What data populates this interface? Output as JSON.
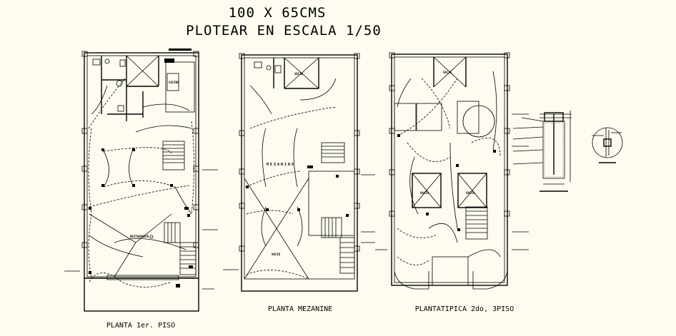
{
  "header": {
    "line1": "100 X 65CMS",
    "line2": "PLOTEAR EN ESCALA 1/50"
  },
  "plans": [
    {
      "title": "PLANTA 1er. PISO",
      "rooms": {
        "kitchen": "COCINA",
        "restaurant": "RESTAURANTE"
      }
    },
    {
      "title": "PLANTA  MEZANINE",
      "rooms": {
        "mezzanine": "MEZANINE",
        "void": "VACIO"
      }
    },
    {
      "title": "PLANTATIPICA 2do, 3PISO",
      "rooms": {
        "void_top": "VACIO",
        "void_left": "VACIO",
        "void_right": "VACIO"
      }
    }
  ],
  "colors": {
    "background": "#fefcf0",
    "ink": "#000000"
  }
}
